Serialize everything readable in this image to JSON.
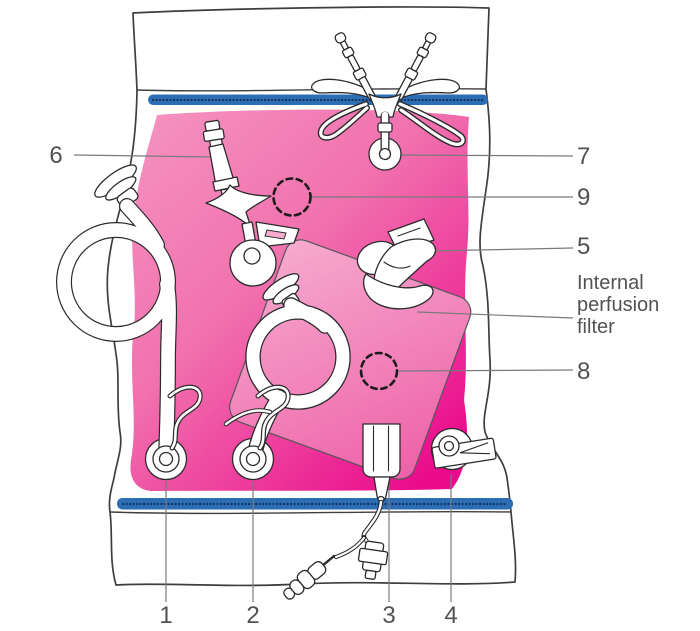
{
  "diagram": {
    "description": "Pink single-use perfusion bag with numbered tubing components and an internal perfusion filter",
    "callouts": {
      "n1": "1",
      "n2": "2",
      "n3": "3",
      "n4": "4",
      "n5": "5",
      "n6": "6",
      "n7": "7",
      "n8": "8",
      "n9": "9"
    },
    "filter_annotation": {
      "line1": "Internal",
      "line2": "perfusion",
      "line3": "filter"
    }
  },
  "colors": {
    "outline": "#2B2B2D",
    "bag_stroke": "#3E3E40",
    "leader_line": "#797A7D",
    "label_text": "#515254",
    "seal_blue": "#2C6EB6",
    "seal_dot_navy": "#14325C",
    "liquid_pink_light": "#F594C1",
    "liquid_pink_mid": "#F171AE",
    "liquid_pink_dark": "#EA0A8B",
    "filter_pink_light": "#F6ABCF",
    "filter_pink_dark": "#EE60A7"
  }
}
